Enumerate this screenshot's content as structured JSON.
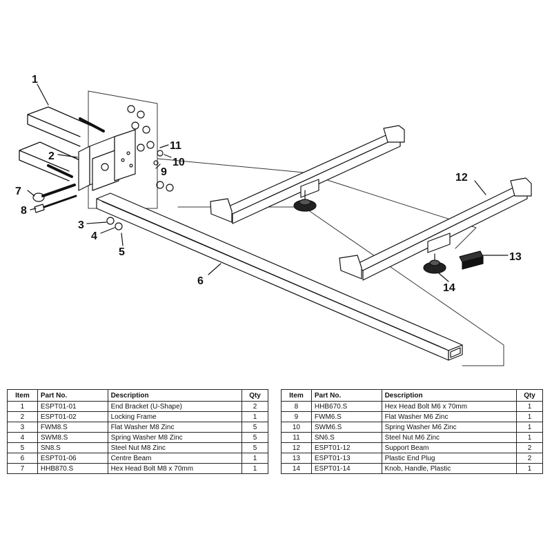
{
  "callouts": [
    "1",
    "2",
    "3",
    "4",
    "5",
    "6",
    "7",
    "8",
    "9",
    "10",
    "11",
    "12",
    "13",
    "14"
  ],
  "table": {
    "headers": {
      "item": "Item",
      "part_no": "Part No.",
      "description": "Description",
      "qty": "Qty"
    },
    "left_rows": [
      {
        "item": "1",
        "part_no": "ESPT01-01",
        "description": "End Bracket (U-Shape)",
        "qty": "2"
      },
      {
        "item": "2",
        "part_no": "ESPT01-02",
        "description": "Locking Frame",
        "qty": "1"
      },
      {
        "item": "3",
        "part_no": "FWM8.S",
        "description": "Flat Washer M8 Zinc",
        "qty": "5"
      },
      {
        "item": "4",
        "part_no": "SWM8.S",
        "description": "Spring Washer M8 Zinc",
        "qty": "5"
      },
      {
        "item": "5",
        "part_no": "SN8.S",
        "description": "Steel Nut M8 Zinc",
        "qty": "5"
      },
      {
        "item": "6",
        "part_no": "ESPT01-06",
        "description": "Centre Beam",
        "qty": "1"
      },
      {
        "item": "7",
        "part_no": "HHB870.S",
        "description": "Hex Head Bolt M8 x 70mm",
        "qty": "1"
      }
    ],
    "right_rows": [
      {
        "item": "8",
        "part_no": "HHB670.S",
        "description": "Hex Head Bolt M6 x 70mm",
        "qty": "1"
      },
      {
        "item": "9",
        "part_no": "FWM6.S",
        "description": "Flat Washer M6 Zinc",
        "qty": "1"
      },
      {
        "item": "10",
        "part_no": "SWM6.S",
        "description": "Spring Washer M6 Zinc",
        "qty": "1"
      },
      {
        "item": "11",
        "part_no": "SN6.S",
        "description": "Steel Nut M6 Zinc",
        "qty": "1"
      },
      {
        "item": "12",
        "part_no": "ESPT01-12",
        "description": "Support Beam",
        "qty": "2"
      },
      {
        "item": "13",
        "part_no": "ESPT01-13",
        "description": "Plastic End Plug",
        "qty": "2"
      },
      {
        "item": "14",
        "part_no": "ESPT01-14",
        "description": "Knob, Handle, Plastic",
        "qty": "1"
      }
    ]
  }
}
